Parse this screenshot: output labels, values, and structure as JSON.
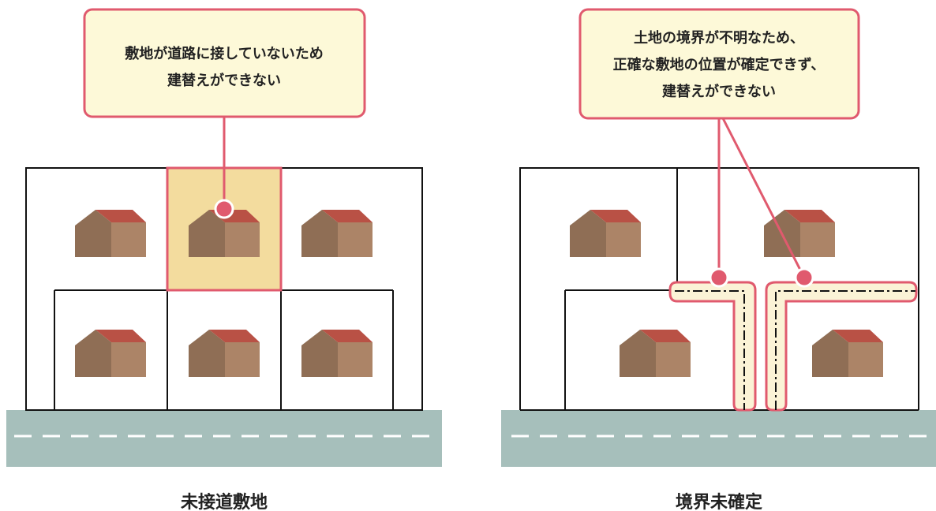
{
  "colors": {
    "callout_border": "#E05A6E",
    "callout_fill": "#FDF9D8",
    "highlight_fill": "#F3DC9E",
    "road": "#A6BFBB",
    "road_dash": "#FFFFFF",
    "roof": "#B95145",
    "house_front": "#8F6E55",
    "house_side": "#AC8467",
    "boundary_line": "#111111",
    "boundary_band": "#FBF3D6"
  },
  "left_panel": {
    "callout_lines": [
      "敷地が道路に接していないため",
      "建替えができない"
    ],
    "caption": "未接道敷地"
  },
  "right_panel": {
    "callout_lines": [
      "土地の境界が不明なため、",
      "正確な敷地の位置が確定できず、",
      "建替えができない"
    ],
    "caption": "境界未確定"
  },
  "icons": [
    "house-icon",
    "pin-dot-icon"
  ]
}
